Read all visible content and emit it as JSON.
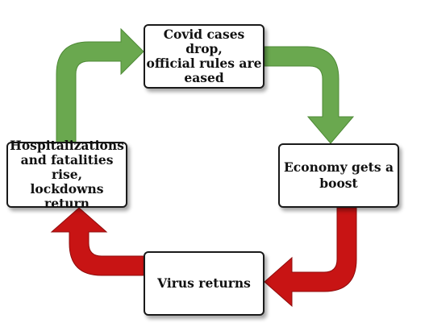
{
  "diagram": {
    "type": "cycle",
    "nodes": {
      "top": "Covid cases drop,\nofficial rules are\neased",
      "right": "Economy gets a\nboost",
      "bottom": "Virus returns",
      "left": "Hospitalizations\nand fatalities rise,\nlockdowns return"
    },
    "arrow_colors": {
      "green": "#6aa84f",
      "green_edge": "#4e8a36",
      "red": "#c81414",
      "red_edge": "#8f0c0c"
    }
  }
}
